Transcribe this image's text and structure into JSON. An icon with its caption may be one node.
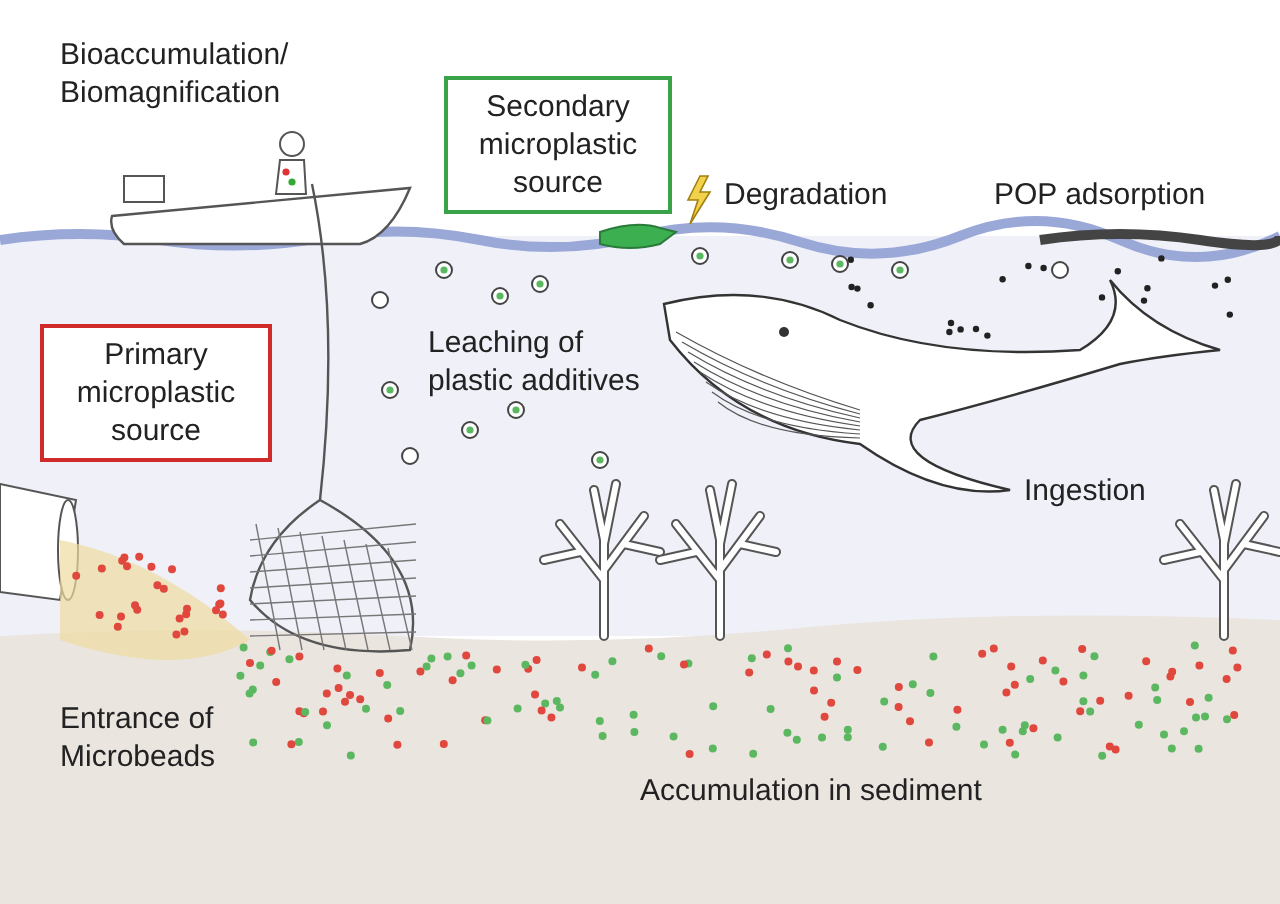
{
  "diagram": {
    "nodes": [
      {
        "text": [
          "Secondary microplastic source"
        ]
      },
      {
        "text": [
          "Primary microplastic source"
        ]
      }
    ],
    "labels": [
      "Bioaccumulation/ Biomagnification",
      "Degradation",
      "POP adsorption",
      "Leaching of plastic additives",
      "Ingestion",
      "Entrance of Microbeads",
      "Accumulation in sediment"
    ]
  }
}
